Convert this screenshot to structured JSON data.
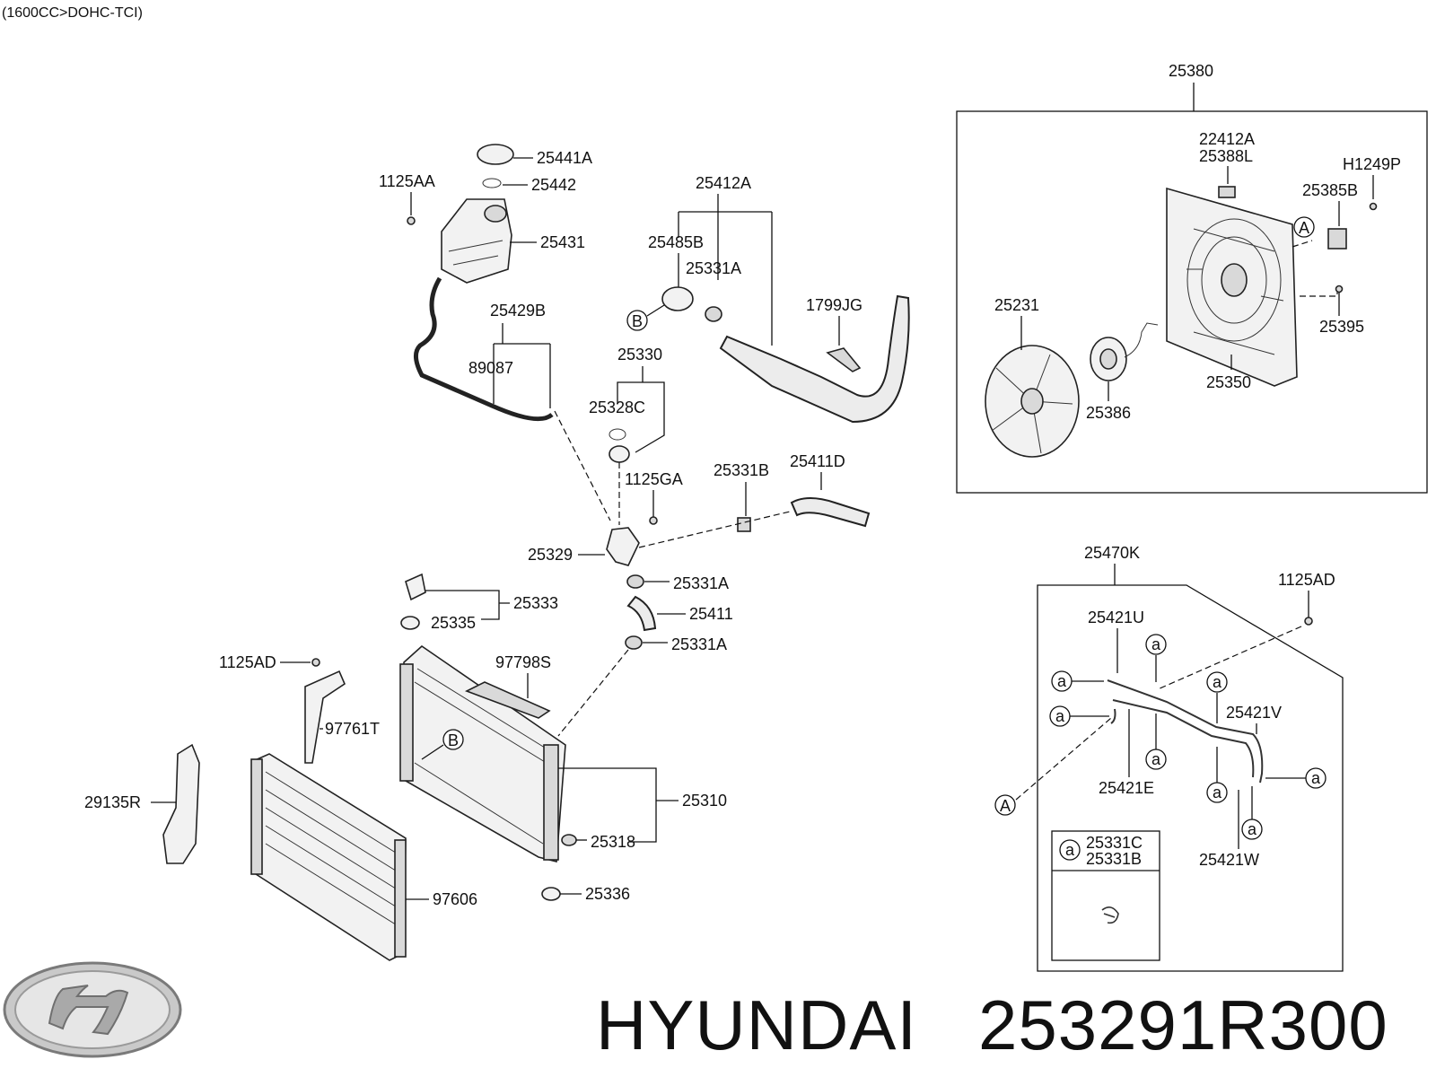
{
  "header": {
    "engine_spec": "(1600CC>DOHC-TCI)"
  },
  "footer": {
    "brand": "HYUNDAI",
    "part_number": "253291R300"
  },
  "labels": {
    "p25380": "25380",
    "p22412A": "22412A",
    "p25388L": "25388L",
    "pH1249P": "H1249P",
    "p25385B": "25385B",
    "p25231": "25231",
    "p25395": "25395",
    "p25386": "25386",
    "p25350": "25350",
    "p25441A": "25441A",
    "p25442": "25442",
    "p1125AA": "1125AA",
    "p25431": "25431",
    "p25412A": "25412A",
    "p25485B": "25485B",
    "p25331A_top": "25331A",
    "p1799JG": "1799JG",
    "p25429B": "25429B",
    "p89087": "89087",
    "p25330": "25330",
    "p25328C": "25328C",
    "p1125GA": "1125GA",
    "p25331B": "25331B",
    "p25411D": "25411D",
    "p25329": "25329",
    "p25331A_mid": "25331A",
    "p25333": "25333",
    "p25335": "25335",
    "p25411": "25411",
    "p25331A_low": "25331A",
    "p1125AD_left": "1125AD",
    "p97798S": "97798S",
    "p97761T": "97761T",
    "p29135R": "29135R",
    "p25310": "25310",
    "p25318": "25318",
    "p97606": "97606",
    "p25336": "25336",
    "p25470K": "25470K",
    "p1125AD_right": "1125AD",
    "p25421U": "25421U",
    "p25421V": "25421V",
    "p25421E": "25421E",
    "p25421W": "25421W",
    "p25331C": "25331C",
    "p25331B_inset": "25331B"
  },
  "callouts": {
    "A": "A",
    "B": "B",
    "a": "a"
  }
}
